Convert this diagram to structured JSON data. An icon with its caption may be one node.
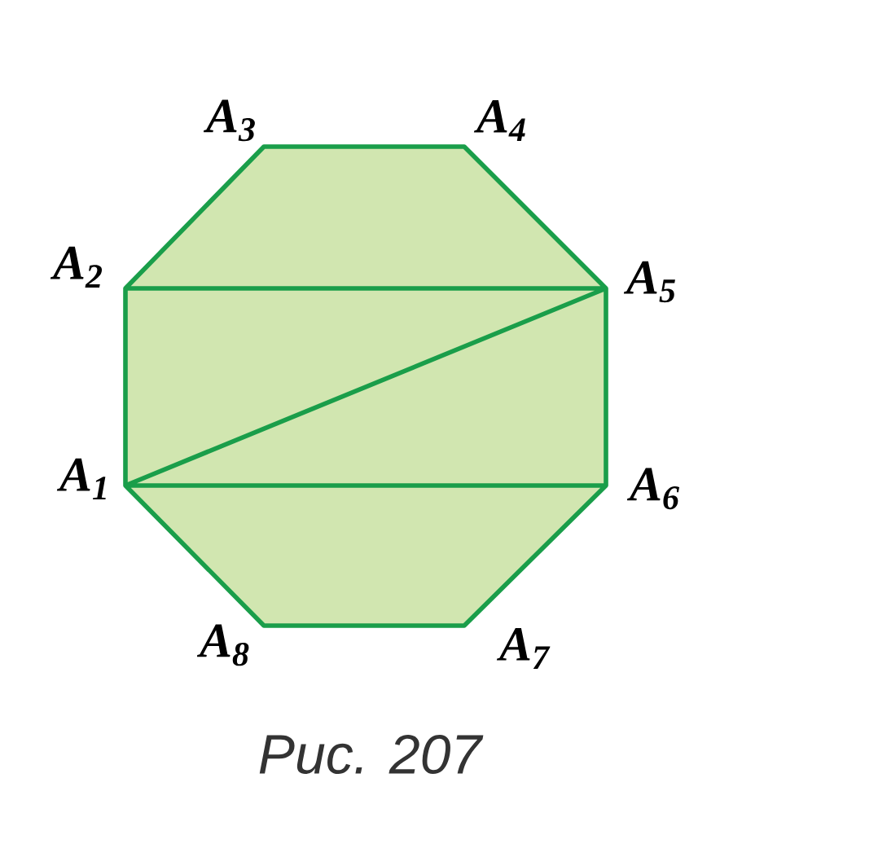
{
  "diagram": {
    "caption": "Рис. 207",
    "labels": [
      "A$_{3}$",
      "A$_{4}$",
      "A$_{2}$",
      "A$_{5}$",
      "A$_{1}$",
      "A$_{6}$",
      "A$_{8}$",
      "A$_{7}$"
    ]
  }
}
